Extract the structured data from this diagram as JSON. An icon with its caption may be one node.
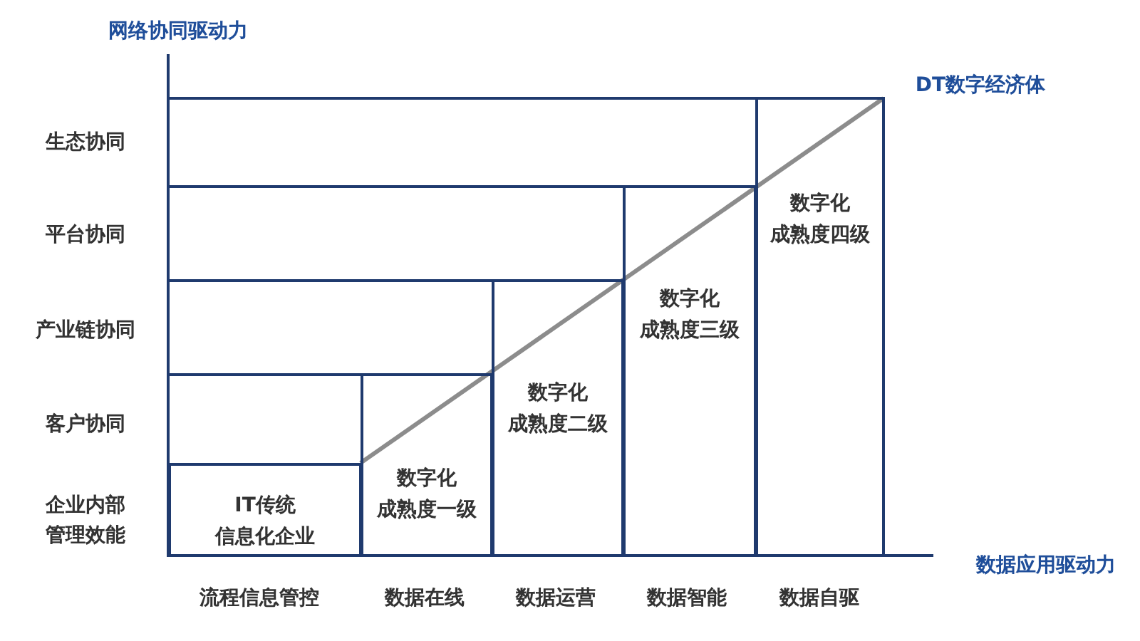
{
  "diagram": {
    "nodes": [
      {
        "text": [
          "IT传统",
          "信息化企业"
        ]
      },
      {
        "text": [
          "数字化",
          "成熟度一级"
        ]
      },
      {
        "text": [
          "数字化",
          "成熟度二级"
        ]
      },
      {
        "text": [
          "数字化",
          "成熟度三级"
        ]
      },
      {
        "text": [
          "数字化",
          "成熟度四级"
        ]
      }
    ],
    "labels": [
      "网络协同驱动力",
      "DT数字经济体",
      "生态协同",
      "平台协同",
      "产业链协同",
      "客户协同",
      "企业内部管理效能",
      "数据应用驱动力",
      "流程信息管控",
      "数据在线",
      "数据运营",
      "数据智能",
      "数据自驱"
    ]
  }
}
